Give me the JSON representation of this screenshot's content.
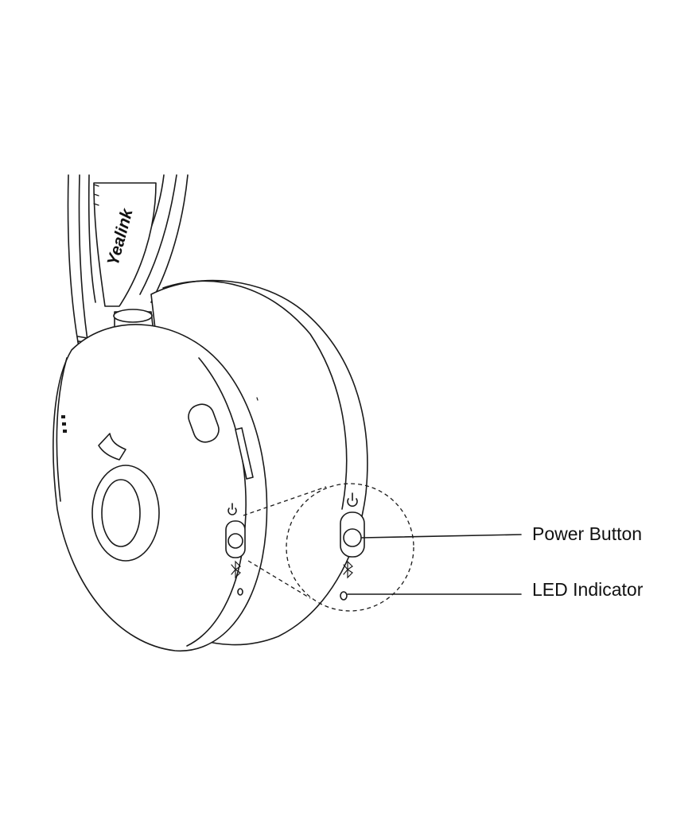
{
  "brand": "Yealink",
  "callouts": [
    {
      "id": "power",
      "label": "Power Button"
    },
    {
      "id": "led",
      "label": "LED Indicator"
    }
  ],
  "icons": {
    "power": "power-icon",
    "bluetooth": "bluetooth-icon",
    "mic": "mic-mute-icon"
  },
  "colors": {
    "line": "#1a1a1a",
    "background": "#ffffff"
  }
}
